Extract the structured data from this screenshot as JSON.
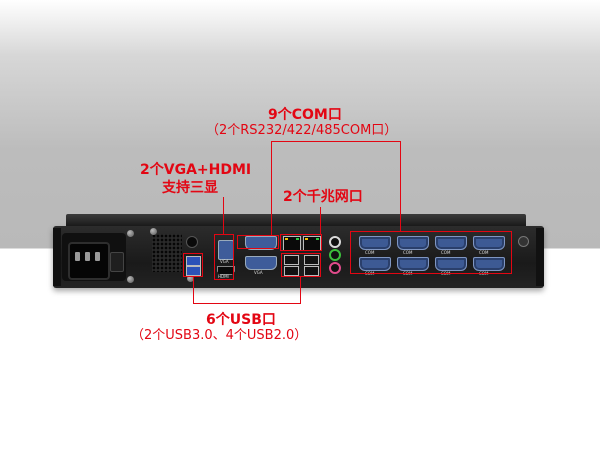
{
  "colors": {
    "annotation": "#e30613",
    "vga_port": "#3e5c9a",
    "com_port": "#3d5a94",
    "usb3_port": "#2c52b8",
    "chassis": "#1a1a1a"
  },
  "annotations": {
    "com": {
      "title": "9个COM口",
      "subtitle": "（2个RS232/422/485COM口）"
    },
    "display": {
      "line1": "2个VGA+HDMI",
      "line2": "支持三显"
    },
    "lan": {
      "title": "2个千兆网口"
    },
    "usb": {
      "title": "6个USB口",
      "subtitle": "（2个USB3.0、4个USB2.0）"
    }
  },
  "panel_labels": {
    "vga": "VGA",
    "hdmi": "HDMI",
    "vga2": "VGA",
    "com": "COM"
  }
}
